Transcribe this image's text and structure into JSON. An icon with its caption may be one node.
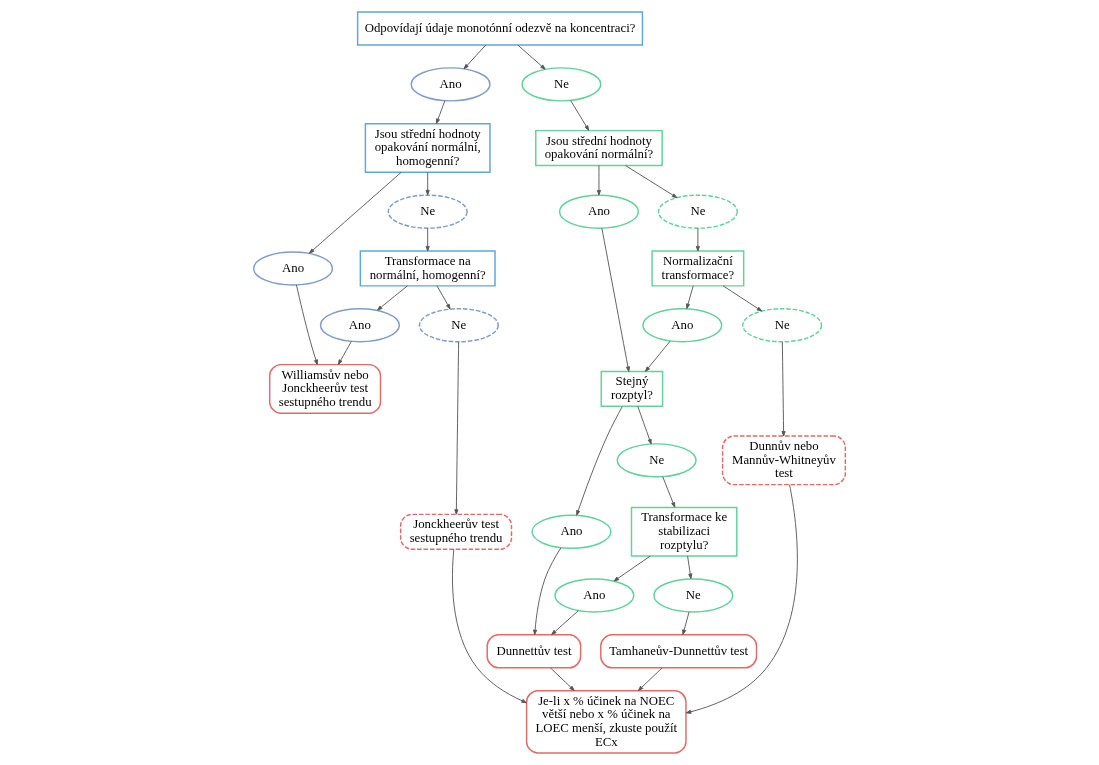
{
  "diagram": {
    "nodes": [
      {
        "text": [
          "Odpovídají údaje monotónní odezvě na koncentraci?"
        ]
      },
      {
        "text": [
          "Ano"
        ]
      },
      {
        "text": [
          "Ne"
        ]
      },
      {
        "text": [
          "Jsou střední hodnoty opakování normální, homogenní?"
        ]
      },
      {
        "text": [
          "Jsou střední hodnoty opakování normální?"
        ]
      },
      {
        "text": [
          "Ano"
        ]
      },
      {
        "text": [
          "Ne"
        ]
      },
      {
        "text": [
          "Ano"
        ]
      },
      {
        "text": [
          "Ne"
        ]
      },
      {
        "text": [
          "Williamsův nebo Jonckheerův test sestupného trendu"
        ]
      },
      {
        "text": [
          "Transformace na normální, homogenní?"
        ]
      },
      {
        "text": [
          "Stejný rozptyl?"
        ]
      },
      {
        "text": [
          "Normalizační transformace?"
        ]
      },
      {
        "text": [
          "Ano"
        ]
      },
      {
        "text": [
          "Ne"
        ]
      },
      {
        "text": [
          "Ano"
        ]
      },
      {
        "text": [
          "Ne"
        ]
      },
      {
        "text": [
          "Ano"
        ]
      },
      {
        "text": [
          "Ne"
        ]
      },
      {
        "text": [
          "Jonckheerův test sestupného trendu"
        ]
      },
      {
        "text": [
          "Dunnettův test"
        ]
      },
      {
        "text": [
          "Transformace ke stabilizaci rozptylu?"
        ]
      },
      {
        "text": [
          "Dunnův nebo Mannův-Whitneyův test"
        ]
      },
      {
        "text": [
          "Ano"
        ]
      },
      {
        "text": [
          "Ne"
        ]
      },
      {
        "text": [
          "Je-li x % účinek na NOEC větší nebo x % účinek na LOEC menší, zkuste použít ECx"
        ]
      },
      {
        "text": [
          "Tamhaneův-Dunnettův test"
        ]
      }
    ],
    "edges": [
      {
        "from": 0,
        "to": 1,
        "arrow": "to"
      },
      {
        "from": 0,
        "to": 2,
        "arrow": "to"
      },
      {
        "from": 1,
        "to": 3,
        "arrow": "to"
      },
      {
        "from": 2,
        "to": 4,
        "arrow": "to"
      },
      {
        "from": 3,
        "to": 5,
        "arrow": "to"
      },
      {
        "from": 3,
        "to": 6,
        "arrow": "to"
      },
      {
        "from": 4,
        "to": 7,
        "arrow": "to"
      },
      {
        "from": 4,
        "to": 8,
        "arrow": "to"
      },
      {
        "from": 5,
        "to": 9,
        "arrow": "to"
      },
      {
        "from": 6,
        "to": 10,
        "arrow": "to"
      },
      {
        "from": 7,
        "to": 11,
        "arrow": "to"
      },
      {
        "from": 8,
        "to": 12,
        "arrow": "to"
      },
      {
        "from": 10,
        "to": 13,
        "arrow": "to"
      },
      {
        "from": 10,
        "to": 14,
        "arrow": "to"
      },
      {
        "from": 13,
        "to": 9,
        "arrow": "to"
      },
      {
        "from": 11,
        "to": 15,
        "arrow": "to"
      },
      {
        "from": 11,
        "to": 16,
        "arrow": "to"
      },
      {
        "from": 12,
        "to": 17,
        "arrow": "to"
      },
      {
        "from": 12,
        "to": 18,
        "arrow": "to"
      },
      {
        "from": 17,
        "to": 11,
        "arrow": "to"
      },
      {
        "from": 14,
        "to": 19,
        "arrow": "to"
      },
      {
        "from": 15,
        "to": 20,
        "arrow": "to"
      },
      {
        "from": 16,
        "to": 21,
        "arrow": "to"
      },
      {
        "from": 18,
        "to": 22,
        "arrow": "to"
      },
      {
        "from": 21,
        "to": 23,
        "arrow": "to"
      },
      {
        "from": 21,
        "to": 24,
        "arrow": "to"
      },
      {
        "from": 23,
        "to": 20,
        "arrow": "to"
      },
      {
        "from": 24,
        "to": 26,
        "arrow": "to"
      },
      {
        "from": 19,
        "to": 25,
        "arrow": "to"
      },
      {
        "from": 20,
        "to": 25,
        "arrow": "to"
      },
      {
        "from": 26,
        "to": 25,
        "arrow": "to"
      },
      {
        "from": 22,
        "to": 25,
        "arrow": "to"
      }
    ]
  }
}
